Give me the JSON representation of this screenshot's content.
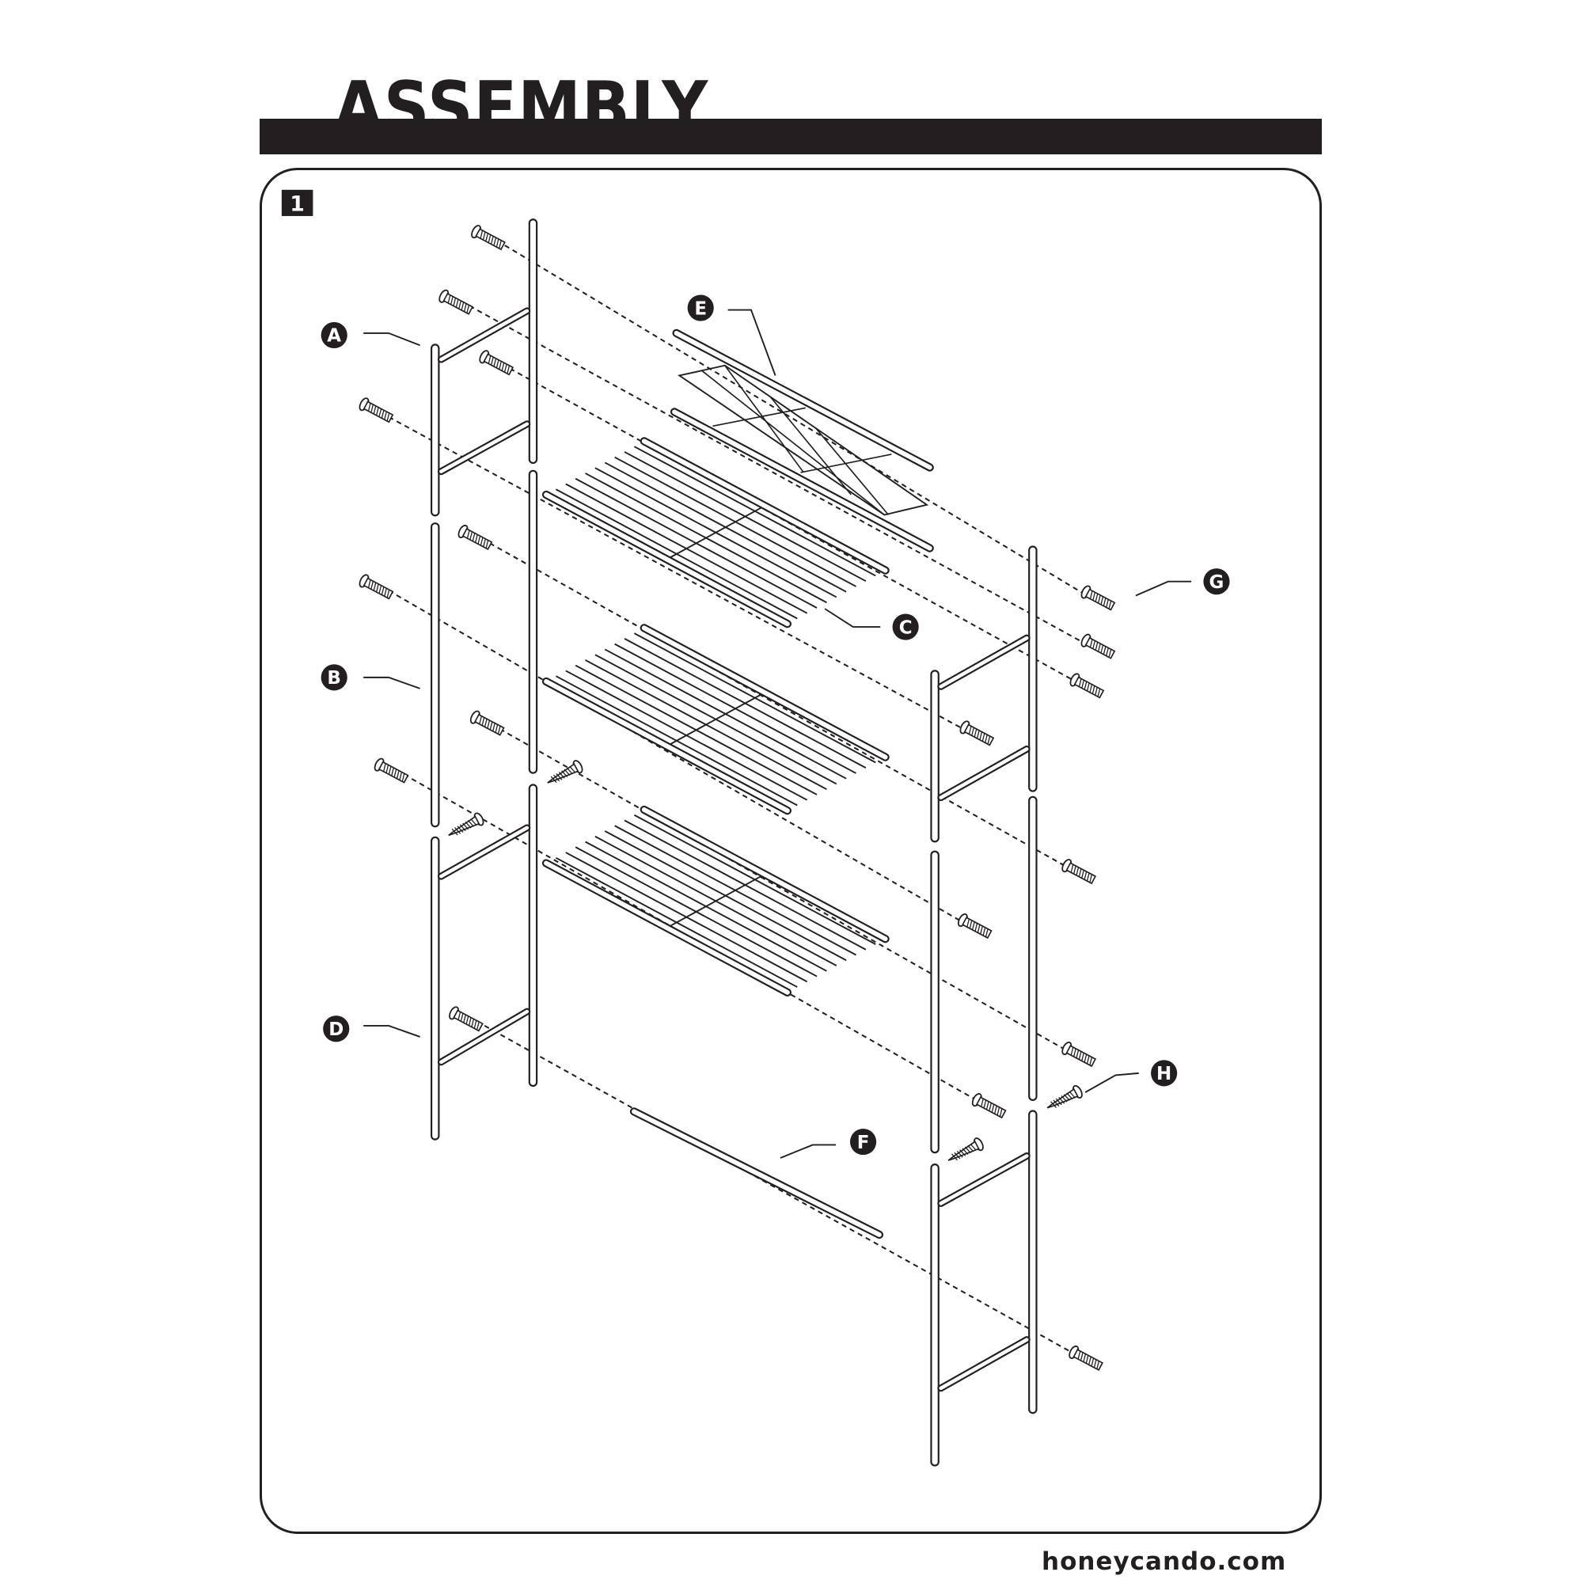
{
  "header": {
    "title": "ASSEMBLY"
  },
  "step": {
    "number": "1"
  },
  "parts": {
    "A": "A",
    "B": "B",
    "C": "C",
    "D": "D",
    "E": "E",
    "F": "F",
    "G": "G",
    "H": "H"
  },
  "footer": {
    "website": "honeycando.com"
  },
  "colors": {
    "ink": "#231f20",
    "paper": "#ffffff"
  }
}
